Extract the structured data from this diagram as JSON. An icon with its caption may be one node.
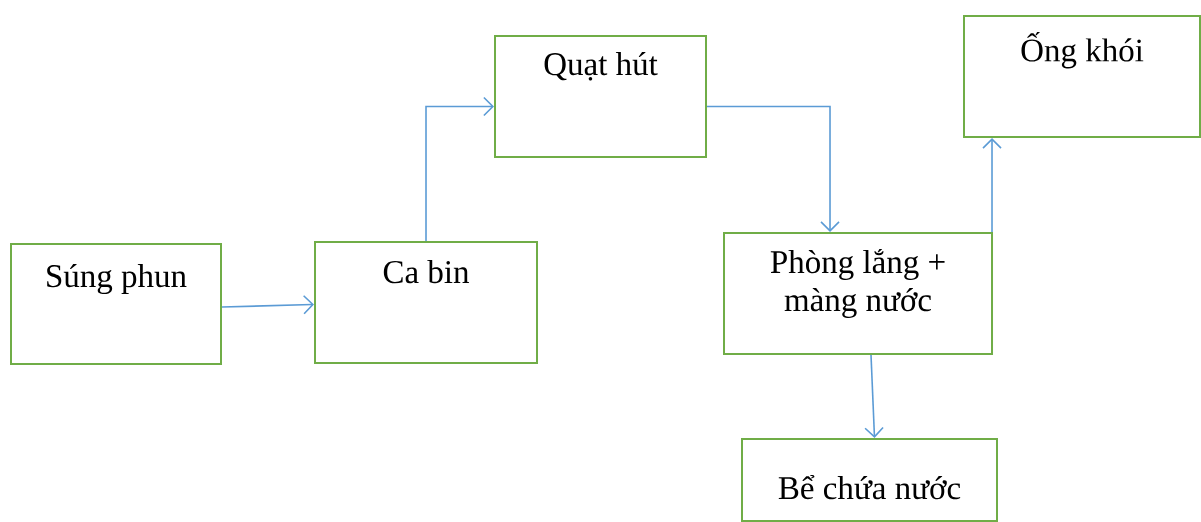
{
  "diagram": {
    "nodes": [
      {
        "text": [
          "Súng phun"
        ]
      },
      {
        "text": [
          "Ca bin"
        ]
      },
      {
        "text": [
          "Quạt hút"
        ]
      },
      {
        "text": [
          "Phòng lắng + màng nước"
        ]
      },
      {
        "text": [
          "Ống khói"
        ]
      },
      {
        "text": [
          "Bể chứa nước"
        ]
      }
    ],
    "edges": [
      {
        "from": 0,
        "to": 1,
        "arrow": "to"
      },
      {
        "from": 1,
        "to": 2,
        "arrow": "to"
      },
      {
        "from": 2,
        "to": 3,
        "arrow": "to"
      },
      {
        "from": 3,
        "to": 4,
        "arrow": "to"
      },
      {
        "from": 3,
        "to": 5,
        "arrow": "to"
      }
    ]
  }
}
